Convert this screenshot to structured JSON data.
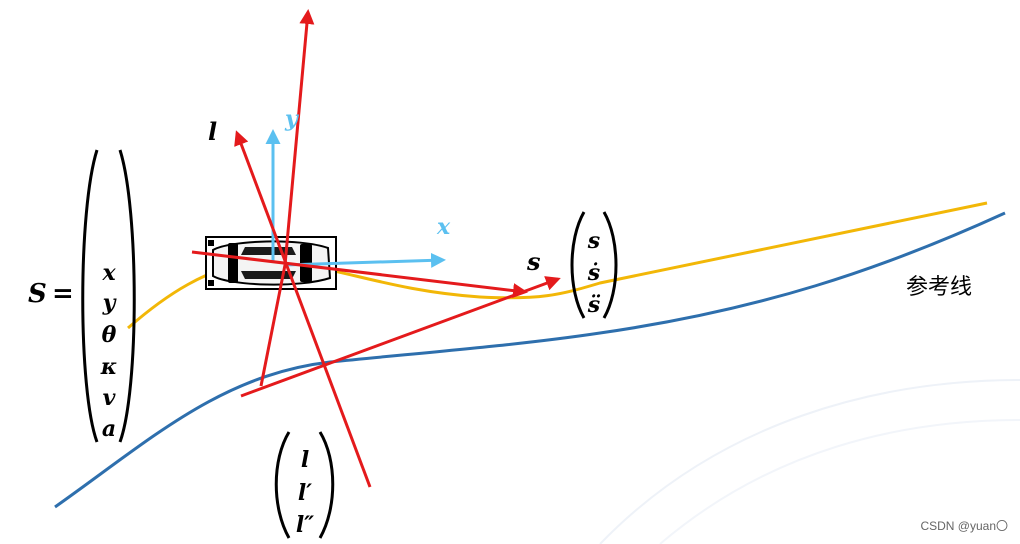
{
  "state_vector": {
    "lhs": "S",
    "equals": "=",
    "entries": [
      "x",
      "y",
      "θ",
      "κ",
      "v",
      "a"
    ]
  },
  "frenet_s_vector": [
    "s",
    "ṡ",
    "s̈"
  ],
  "frenet_l_vector": [
    "l",
    "l′",
    "l″"
  ],
  "axis_labels": {
    "s": "s",
    "l": "l",
    "x": "x",
    "y": "y"
  },
  "reference_line_label": "参考线",
  "watermark": "CSDN @yuan〇",
  "colors": {
    "reference_line": "#2e6fad",
    "trajectory": "#f2b707",
    "frenet_axes": "#e41a1c",
    "cartesian_axes": "#5bc0f0",
    "text": "#000000"
  }
}
